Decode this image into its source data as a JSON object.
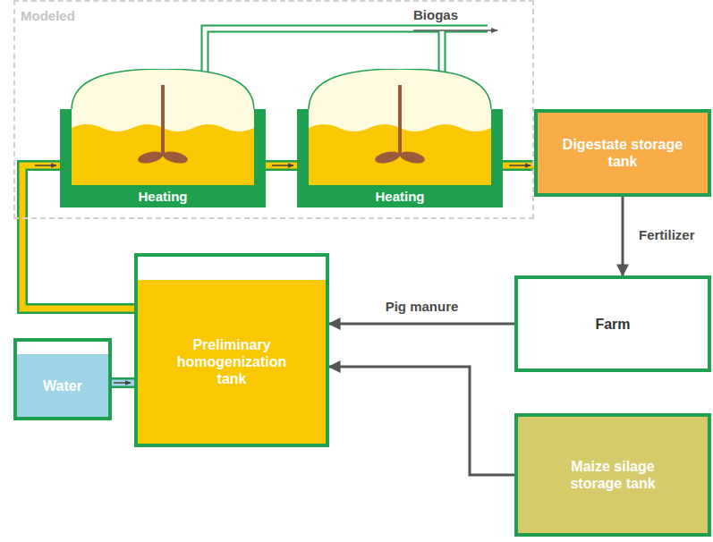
{
  "diagram": {
    "nodes": [
      {
        "text": [
          "Modeled"
        ]
      },
      {
        "text": [
          "Heating"
        ],
        "in": 0
      },
      {
        "text": [
          "Heating"
        ],
        "in": 0
      },
      {
        "text": [
          "Digestate storage tank"
        ]
      },
      {
        "text": [
          "Farm"
        ]
      },
      {
        "text": [
          "Preliminary homogenization tank"
        ]
      },
      {
        "text": [
          "Water"
        ]
      },
      {
        "text": [
          "Maize silage storage tank"
        ]
      }
    ],
    "edges": [
      {
        "from": 5,
        "to": 1,
        "arrow": "to"
      },
      {
        "from": 1,
        "to": 2,
        "arrow": "to"
      },
      {
        "from": 2,
        "to": 3,
        "arrow": "to"
      },
      {
        "from": 3,
        "to": 4,
        "label": "Fertilizer",
        "arrow": "to"
      },
      {
        "from": 4,
        "to": 5,
        "label": "Pig manure",
        "arrow": "to"
      },
      {
        "from": 6,
        "to": 5,
        "arrow": "to"
      },
      {
        "from": 7,
        "to": 5,
        "arrow": "to"
      }
    ],
    "labels": [
      "Biogas"
    ]
  }
}
